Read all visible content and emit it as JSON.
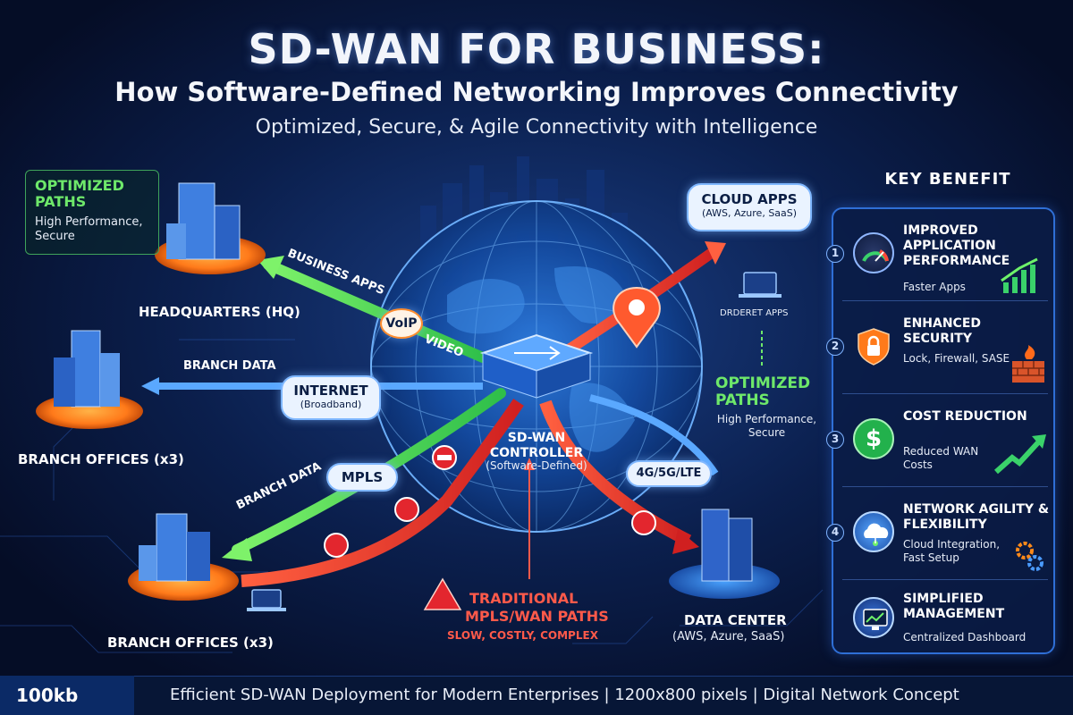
{
  "header": {
    "title": "SD-WAN FOR BUSINESS:",
    "subtitle": "How Software-Defined Networking Improves Connectivity",
    "tagline": "Optimized, Secure, & Agile Connectivity with Intelligence"
  },
  "callouts": {
    "optimized_left_title": "OPTIMIZED PATHS",
    "optimized_left_desc": "High Performance, Secure",
    "optimized_right_title": "OPTIMIZED PATHS",
    "optimized_right_desc": "High Performance, Secure"
  },
  "nodes": {
    "hq": "HEADQUARTERS (HQ)",
    "branch_top": "BRANCH OFFICES (x3)",
    "branch_bottom": "BRANCH OFFICES (x3)",
    "cloud_title": "CLOUD APPS",
    "cloud_sub": "(AWS, Azure, SaaS)",
    "cloud_caption": "DRDERET APPS",
    "datacenter_title": "DATA CENTER",
    "datacenter_sub": "(AWS, Azure, SaaS)",
    "controller_title": "SD-WAN CONTROLLER",
    "controller_sub": "(Software-Defined)"
  },
  "links": {
    "business_apps": "BUSINESS APPS",
    "voip": "VoIP",
    "video": "VIDEO",
    "branch_data_top": "BRANCH DATA",
    "internet_title": "INTERNET",
    "internet_sub": "(Broadband)",
    "branch_data_bottom": "BRANCH DATA",
    "mpls": "MPLS",
    "cellular": "4G/5G/LTE"
  },
  "warning": {
    "line1": "TRADITIONAL",
    "line2": "MPLS/WAN PATHS",
    "line3": "SLOW, COSTLY, COMPLEX"
  },
  "key_benefit": {
    "title": "KEY BENEFIT",
    "items": [
      {
        "num": "1",
        "head": "IMPROVED APPLICATION PERFORMANCE",
        "desc": "Faster Apps",
        "icon": "speedometer-icon"
      },
      {
        "num": "2",
        "head": "ENHANCED SECURITY",
        "desc": "Lock, Firewall, SASE",
        "icon": "shield-lock-icon"
      },
      {
        "num": "3",
        "head": "COST REDUCTION",
        "desc": "Reduced WAN Costs",
        "icon": "dollar-icon"
      },
      {
        "num": "4",
        "head": "NETWORK AGILITY & FLEXIBILITY",
        "desc": "Cloud Integration, Fast Setup",
        "icon": "cloud-network-icon"
      },
      {
        "num": "",
        "head": "SIMPLIFIED MANAGEMENT",
        "desc": "Centralized Dashboard",
        "icon": "dashboard-icon"
      }
    ]
  },
  "footer": {
    "size_tag": "100kb",
    "text": "Efficient SD-WAN Deployment for Modern Enterprises  |  1200x800 pixels  |  Digital Network Concept"
  },
  "colors": {
    "background": "#06112e",
    "optimized_green": "#6ee86a",
    "traditional_red": "#ff5a4a",
    "accent_blue": "#2f6fd6"
  }
}
